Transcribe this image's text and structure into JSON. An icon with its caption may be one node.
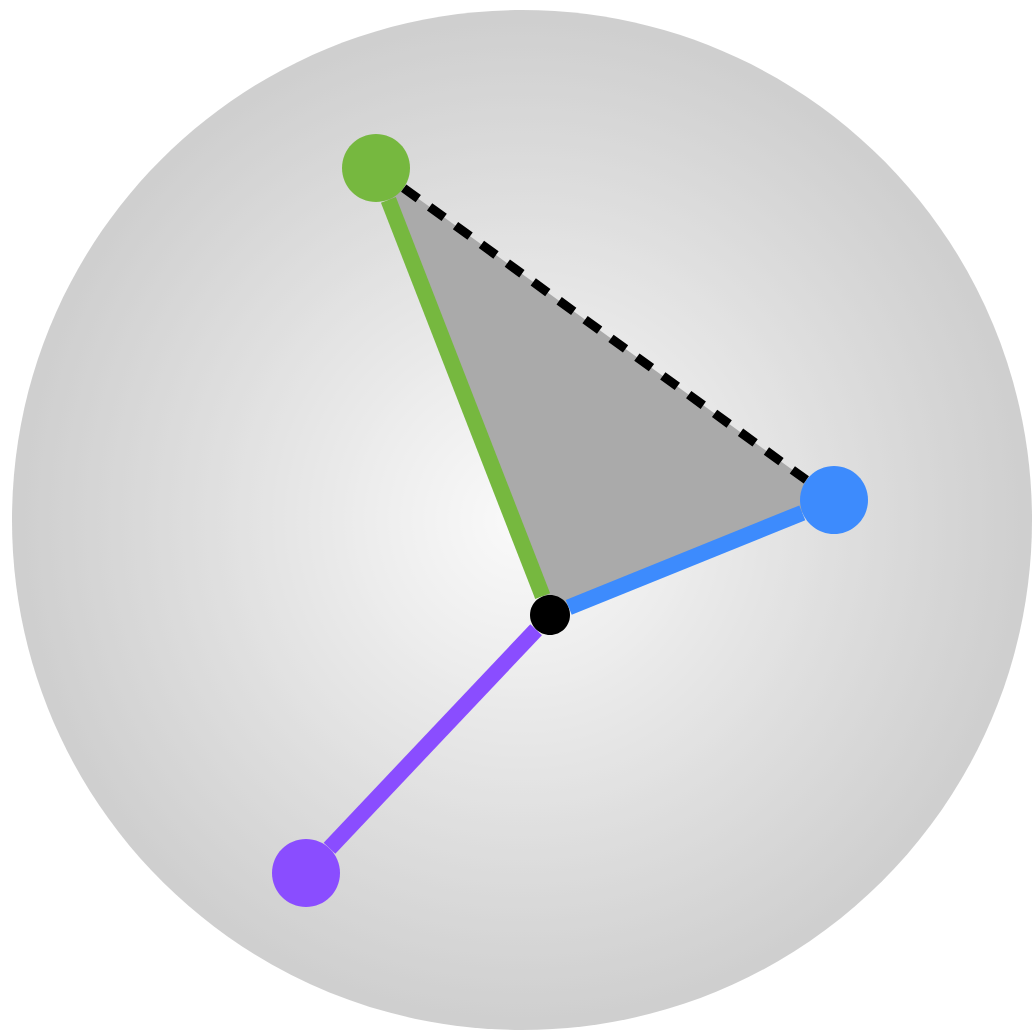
{
  "diagram": {
    "nodes": [
      {
        "text": [],
        "shape": "circle"
      },
      {
        "text": [],
        "shape": "circle"
      },
      {
        "text": [],
        "shape": "circle"
      },
      {
        "text": [],
        "shape": "circle"
      }
    ],
    "edges": [
      {
        "from": 0,
        "to": 2,
        "arrow": "none",
        "color": "#76b83f"
      },
      {
        "from": 2,
        "to": 1,
        "arrow": "none",
        "color": "#3d8bfd"
      },
      {
        "from": 2,
        "to": 3,
        "arrow": "none",
        "color": "#8a4dff"
      },
      {
        "from": 0,
        "to": 1,
        "arrow": "none",
        "style": "dashed",
        "color": "#000000"
      }
    ]
  }
}
